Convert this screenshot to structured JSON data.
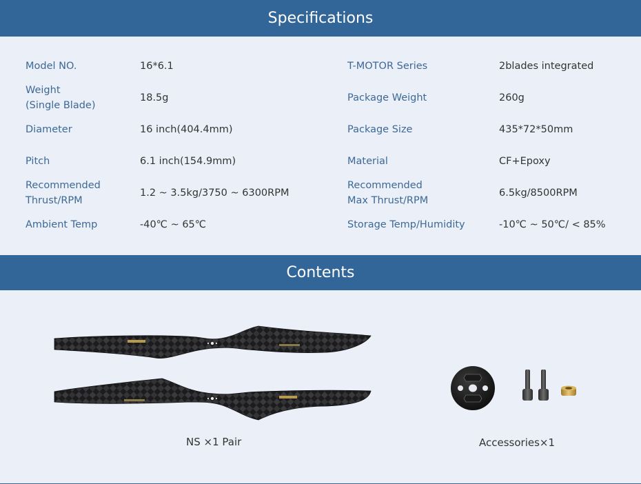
{
  "specifications": {
    "title": "Specifications",
    "left_column": [
      {
        "label": "Model NO.",
        "value": "16*6.1"
      },
      {
        "label": "Weight\n(Single Blade)",
        "label_lines": [
          "Weight",
          "(Single Blade)"
        ],
        "value": "18.5g"
      },
      {
        "label": "Diameter",
        "value": "16 inch(404.4mm)"
      },
      {
        "label": "Pitch",
        "value": "6.1 inch(154.9mm)"
      },
      {
        "label": "Recommended\nThrust/RPM",
        "label_lines": [
          "Recommended",
          "Thrust/RPM"
        ],
        "value": "1.2 ~ 3.5kg/3750 ~ 6300RPM"
      },
      {
        "label": "Ambient Temp",
        "value": "-40℃ ~ 65℃"
      }
    ],
    "right_column": [
      {
        "label": "T-MOTOR Series",
        "value": "2blades integrated"
      },
      {
        "label": "Package Weight",
        "value": "260g"
      },
      {
        "label": "Package Size",
        "value": "435*72*50mm"
      },
      {
        "label": "Material",
        "value": "CF+Epoxy"
      },
      {
        "label": "Recommended\nMax Thrust/RPM",
        "label_lines": [
          "Recommended",
          "Max Thrust/RPM"
        ],
        "value": "6.5kg/8500RPM"
      },
      {
        "label": "Storage Temp/Humidity",
        "value": "-10℃ ~ 50℃/ < 85%"
      }
    ]
  },
  "contents": {
    "title": "Contents",
    "items": [
      {
        "caption": "NS ×1 Pair",
        "image": "propeller-pair-image"
      },
      {
        "caption": "Accessories×1",
        "image": "accessories-image"
      }
    ]
  },
  "colors": {
    "header_bar": "#326598",
    "background": "#ebf0f8",
    "label_text": "#3d6896",
    "value_text": "#333333"
  }
}
